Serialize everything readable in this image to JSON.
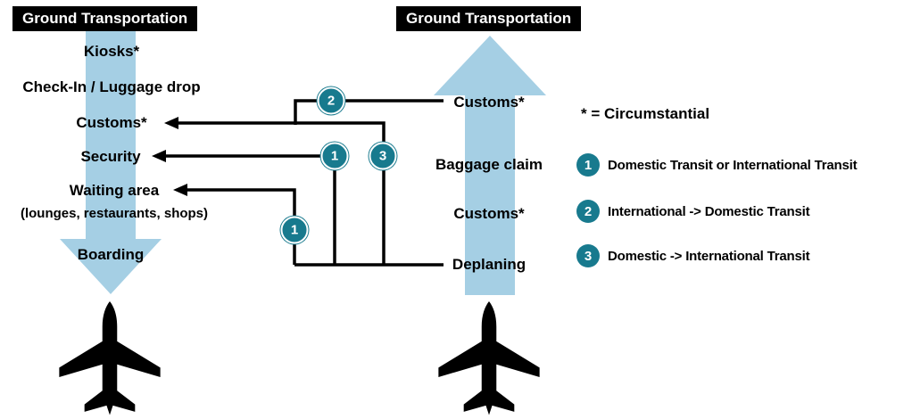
{
  "departure": {
    "header": "Ground Transportation",
    "steps": {
      "kiosks": "Kiosks*",
      "checkin": "Check-In / Luggage drop",
      "customs": "Customs*",
      "security": "Security",
      "waiting": "Waiting area",
      "waiting_sub": "(lounges, restaurants, shops)",
      "boarding": "Boarding"
    }
  },
  "arrival": {
    "header": "Ground Transportation",
    "steps": {
      "customs_top": "Customs*",
      "baggage": "Baggage claim",
      "customs": "Customs*",
      "deplaning": "Deplaning"
    }
  },
  "badges": {
    "route2": "2",
    "route1a": "1",
    "route3": "3",
    "route1b": "1"
  },
  "legend": {
    "note": "* = Circumstantial",
    "items": [
      {
        "num": "1",
        "label": "Domestic Transit or International Transit"
      },
      {
        "num": "2",
        "label": "International -> Domestic Transit"
      },
      {
        "num": "3",
        "label": "Domestic -> International Transit"
      }
    ]
  },
  "colors": {
    "flow_arrow": "#a5cfe4",
    "badge": "#187a8e",
    "line": "#000000",
    "header_bg": "#000000",
    "header_text": "#ffffff"
  }
}
